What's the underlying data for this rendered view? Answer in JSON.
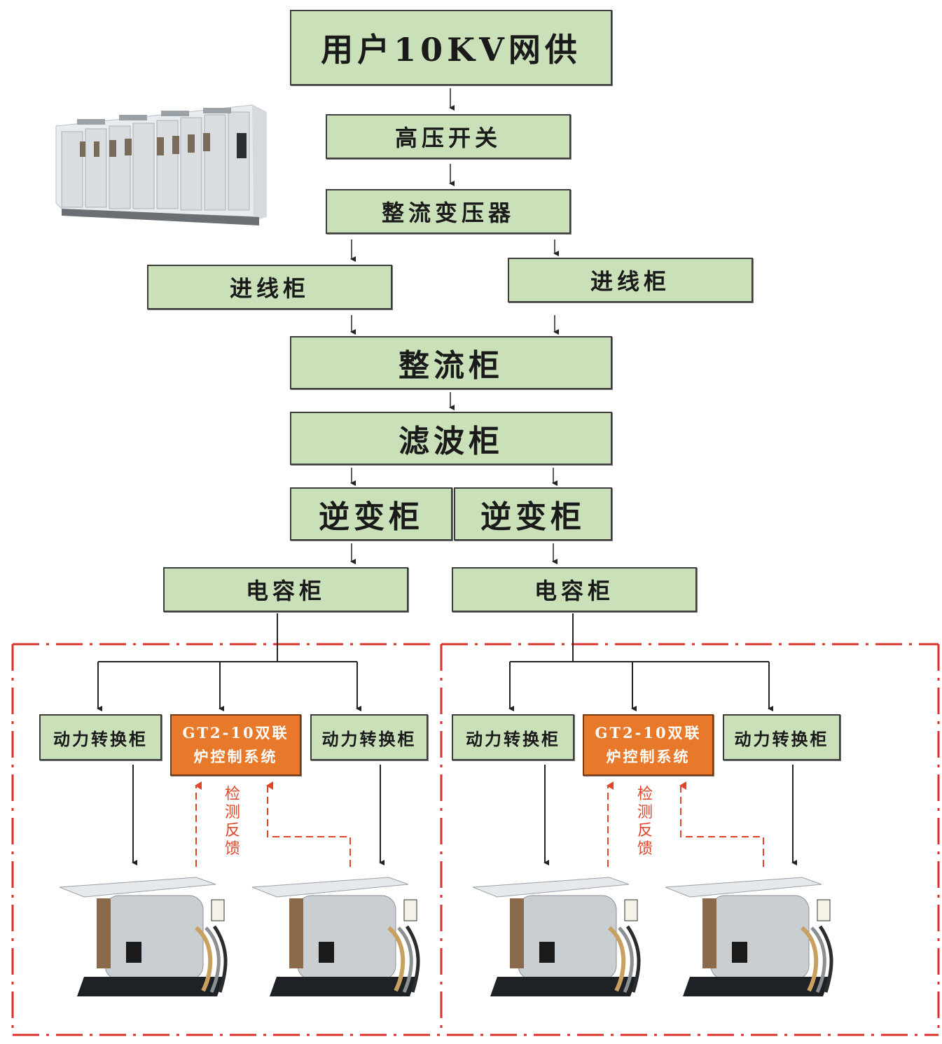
{
  "nodes": {
    "grid": "用户10KV网供",
    "hv_switch": "高压开关",
    "rect_transformer": "整流变压器",
    "incoming_left": "进线柜",
    "incoming_right": "进线柜",
    "rectifier": "整流柜",
    "filter": "滤波柜",
    "inverter_left": "逆变柜",
    "inverter_right": "逆变柜",
    "capacitor_left": "电容柜",
    "capacitor_right": "电容柜"
  },
  "groups": [
    {
      "power_switch_left": "动力转换柜",
      "control_line1": "GT2-10双联",
      "control_line2": "炉控制系统",
      "power_switch_right": "动力转换柜",
      "feedback_label": "检测反馈"
    },
    {
      "power_switch_left": "动力转换柜",
      "control_line1": "GT2-10双联",
      "control_line2": "炉控制系统",
      "power_switch_right": "动力转换柜",
      "feedback_label": "检测反馈"
    }
  ],
  "colors": {
    "box_fill": "#c9e0b8",
    "control_fill": "#e8792a",
    "feedback_line": "#e0462a",
    "dashed_border": "#d9302a"
  },
  "icons": {
    "cabinet_photo": "switchgear-cabinet-row",
    "furnace": "induction-furnace"
  }
}
